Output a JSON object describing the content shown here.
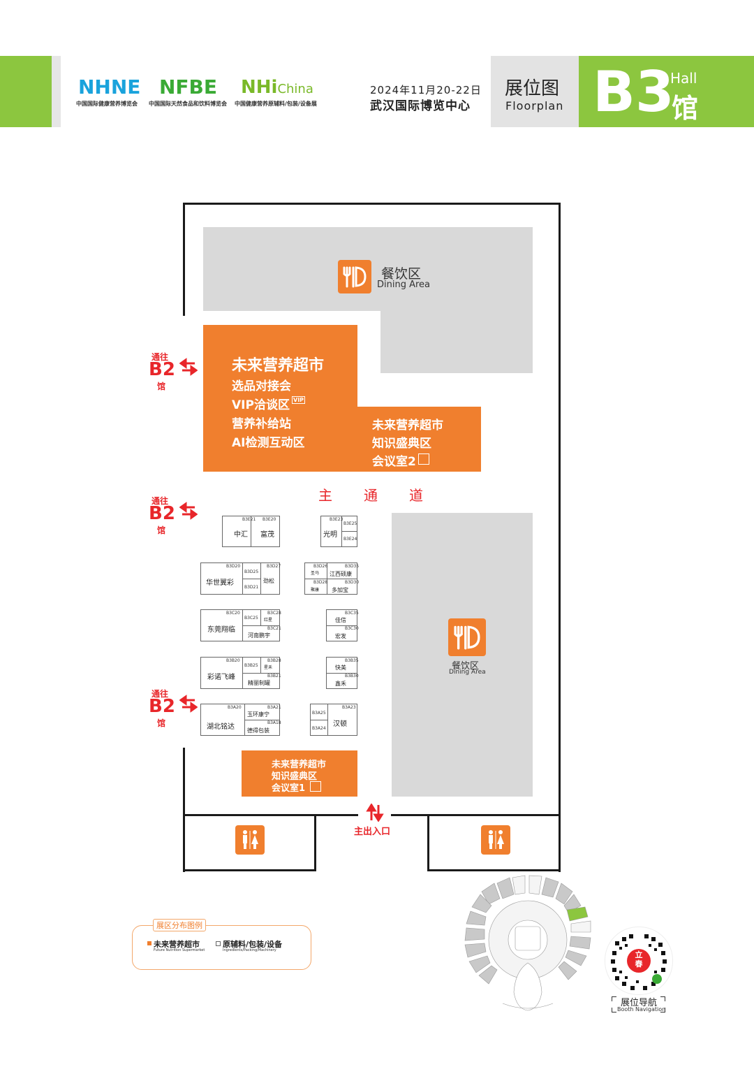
{
  "header": {
    "logos": [
      {
        "name": "NHNE",
        "sub": "中国国际健康营养博览会"
      },
      {
        "name": "NFBE",
        "sub": "中国国际天然食品和饮料博览会"
      },
      {
        "name": "NHi",
        "name_suffix": "China",
        "sub": "中国健康营养原辅料/包装/设备展"
      }
    ],
    "date": "2024年11月20-22日",
    "venue": "武汉国际博览中心",
    "floorplan_cn": "展位图",
    "floorplan_en": "Floorplan",
    "hall_code": "B3",
    "hall_en": "Hall",
    "hall_cn": "馆",
    "colors": {
      "green": "#8cc63f",
      "orange": "#f07f2e",
      "gray": "#d9d9d9",
      "red": "#e8262a"
    }
  },
  "map": {
    "dining_top": {
      "cn": "餐饮区",
      "en": "Dining Area",
      "icon": "dining-icon"
    },
    "dining_right": {
      "cn": "餐饮区",
      "en": "Dining Area",
      "icon": "dining-icon"
    },
    "supermarket_main": {
      "title": "未来营养超市",
      "items": [
        "选品对接会",
        "VIP洽谈区",
        "营养补给站",
        "AI检测互动区"
      ],
      "vip_badge": "VIP",
      "right_items": [
        "未来营养超市",
        "知识盛典区",
        "会议室2"
      ]
    },
    "supermarket_small": {
      "lines": [
        "未来营养超市",
        "知识盛典区",
        "会议室1"
      ]
    },
    "main_aisle": [
      "主",
      "通",
      "道"
    ],
    "to_b2": {
      "line1": "通往",
      "line2": "B2",
      "line3": "馆"
    },
    "exit": "主出入口",
    "restroom_icon": "restroom-icon",
    "booths": [
      {
        "row": "E",
        "items": [
          {
            "code": "B3E21",
            "name": "中汇"
          },
          {
            "code": "B3E20",
            "name": "富茂"
          },
          {
            "code": "B3E23",
            "name": "光明"
          },
          {
            "code": "B3E25",
            "name": ""
          },
          {
            "code": "B3E24",
            "name": ""
          }
        ]
      },
      {
        "row": "D",
        "items": [
          {
            "code": "B3D20",
            "name": "华世翼彩"
          },
          {
            "code": "B3D25",
            "name": ""
          },
          {
            "code": "B3D21",
            "name": ""
          },
          {
            "code": "B3D27",
            "name": "劲松"
          },
          {
            "code": "B3D26",
            "name": "圣马"
          },
          {
            "code": "B3D35",
            "name": "江西硕康"
          },
          {
            "code": "B3D28",
            "name": "聚康"
          },
          {
            "code": "B3D30",
            "name": "多加宝"
          }
        ]
      },
      {
        "row": "C",
        "items": [
          {
            "code": "B3C20",
            "name": "东莞翔临"
          },
          {
            "code": "B3C25",
            "name": ""
          },
          {
            "code": "B3C28",
            "name": "红星"
          },
          {
            "code": "B3C21",
            "name": "河南鹏宇"
          },
          {
            "code": "B3C35",
            "name": "佳信"
          },
          {
            "code": "B3C30",
            "name": "宏发"
          }
        ]
      },
      {
        "row": "B",
        "items": [
          {
            "code": "B3B20",
            "name": "彩诺飞峰"
          },
          {
            "code": "B3B25",
            "name": ""
          },
          {
            "code": "B3B28",
            "name": "星禾"
          },
          {
            "code": "B3B21",
            "name": "精丽制罐"
          },
          {
            "code": "B3B35",
            "name": "快美"
          },
          {
            "code": "B3B30",
            "name": "鑫禾"
          }
        ]
      },
      {
        "row": "A",
        "items": [
          {
            "code": "B3A20",
            "name": "湖北铭达"
          },
          {
            "code": "B3A21",
            "name": "玉环康宁"
          },
          {
            "code": "B3A18",
            "name": "德得包装"
          },
          {
            "code": "B3A25",
            "name": ""
          },
          {
            "code": "B3A24",
            "name": ""
          },
          {
            "code": "B3A23",
            "name": "汉顿"
          }
        ]
      }
    ]
  },
  "legend": {
    "title": "展区分布图例",
    "items": [
      {
        "cn": "未来营养超市",
        "en": "Future Nutrition Supermarket",
        "color": "#f07f2e"
      },
      {
        "cn": "原辅料/包装/设备",
        "en": "Ingredients/Packing/Machinery",
        "color": "#ffffff"
      }
    ]
  },
  "qr": {
    "badge": "立春",
    "cn": "展位导航",
    "en": "Booth Navigation"
  }
}
